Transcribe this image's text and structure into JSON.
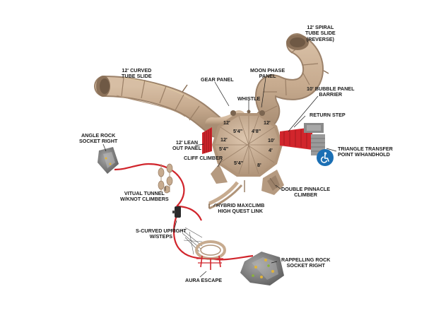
{
  "labels": {
    "spiral_slide": [
      "12' SPIRAL",
      "TUBE SLIDE",
      "(REVERSE)"
    ],
    "curved_slide": [
      "12' CURVED",
      "TUBE SLIDE"
    ],
    "gear_panel": [
      "GEAR PANEL"
    ],
    "moon_panel": [
      "MOON PHASE",
      "PANEL"
    ],
    "whistle": [
      "WHISTLE"
    ],
    "bubble_panel": [
      "10' BUBBLE PANEL",
      "BARRIER"
    ],
    "return_step": [
      "RETURN STEP"
    ],
    "angle_rock": [
      "ANGLE ROCK",
      "SOCKET RIGHT"
    ],
    "lean_panel": [
      "12' LEAN",
      "OUT PANEL"
    ],
    "cliff_climber": [
      "CLIFF CLIMBER"
    ],
    "triangle_transfer": [
      "TRIANGLE TRANSFER",
      "POINT W/HANDHOLD"
    ],
    "vitual_tunnel": [
      "VITUAL TUNNEL",
      "W/KNOT CLIMBERS"
    ],
    "double_pinnacle": [
      "DOUBLE PINNACLE",
      "CLIMBER"
    ],
    "hybrid_link": [
      "HYBRID MAXCLIMB",
      "HIGH QUEST LINK"
    ],
    "s_curved": [
      "S-CURVED UPRIGHT",
      "W/STEPS"
    ],
    "rappelling_rock": [
      "RAPPELLING ROCK",
      "SOCKET RIGHT"
    ],
    "aura_escape": [
      "AURA ESCAPE"
    ]
  },
  "dimensions": [
    "12'",
    "12'",
    "5'4\"",
    "4'8\"",
    "12'",
    "10'",
    "5'4\"",
    "4'",
    "5'4\"",
    "8'"
  ],
  "icons": {
    "accessibility": "accessibility-icon"
  },
  "colors": {
    "tan": "#c7ab8f",
    "tan_dark": "#9c826a",
    "red": "#d1252c",
    "gray": "#8a8a8a",
    "access_blue": "#1b6fb4"
  }
}
